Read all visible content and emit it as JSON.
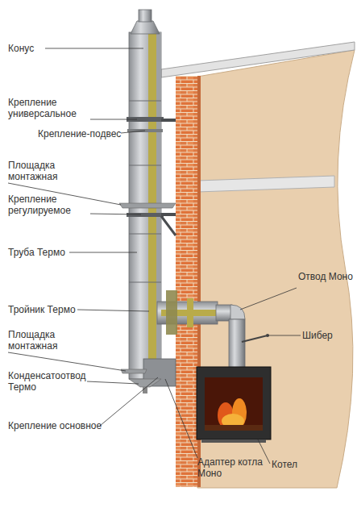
{
  "diagram": {
    "labels": [
      "Конус",
      "Крепление универсальное",
      "Крепление-подвес",
      "Площадка монтажная",
      "Крепление регулируемое",
      "Труба Термо",
      "Тройник Термо",
      "Площадка монтажная",
      "Конденсатоотвод Термо",
      "Крепление основное",
      "Адаптер котла Моно",
      "Котел",
      "Отвод Моно",
      "Шибер"
    ]
  }
}
